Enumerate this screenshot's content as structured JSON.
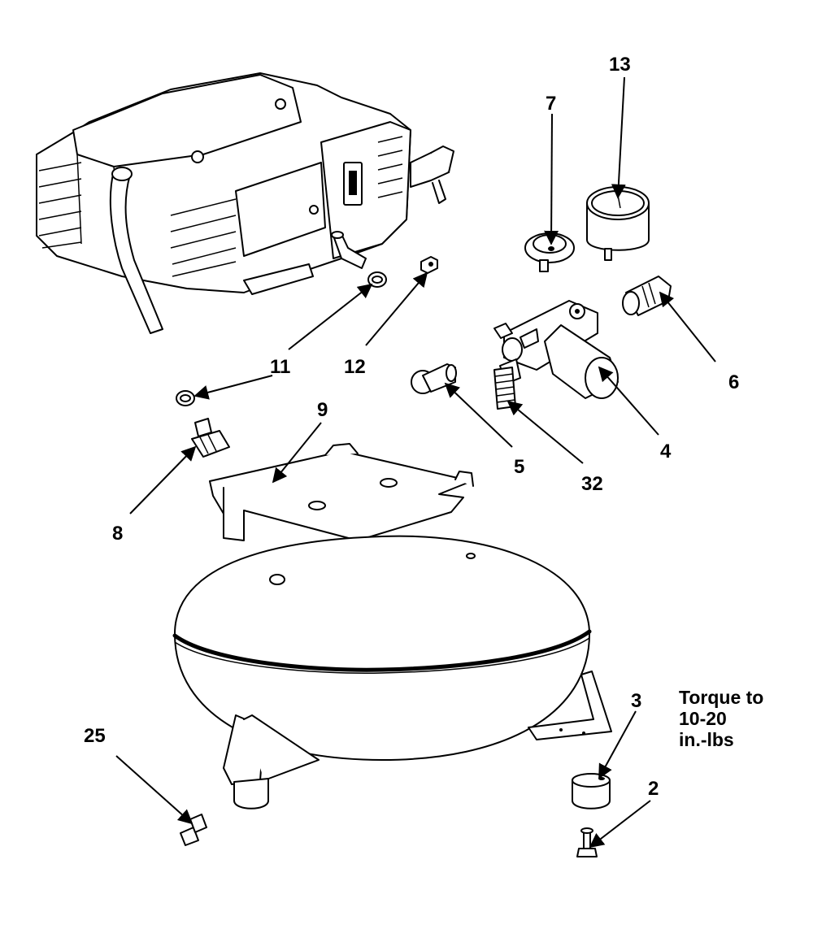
{
  "callouts": {
    "c13": "13",
    "c7": "7",
    "c6": "6",
    "c4": "4",
    "c11a": "11",
    "c12": "12",
    "c11b": "11",
    "c9": "9",
    "c8": "8",
    "c5": "5",
    "c32": "32",
    "c3": "3",
    "c2": "2",
    "c25": "25"
  },
  "torque_note": {
    "line1": "Torque to",
    "line2": "10-20",
    "line3": "in.-lbs"
  }
}
